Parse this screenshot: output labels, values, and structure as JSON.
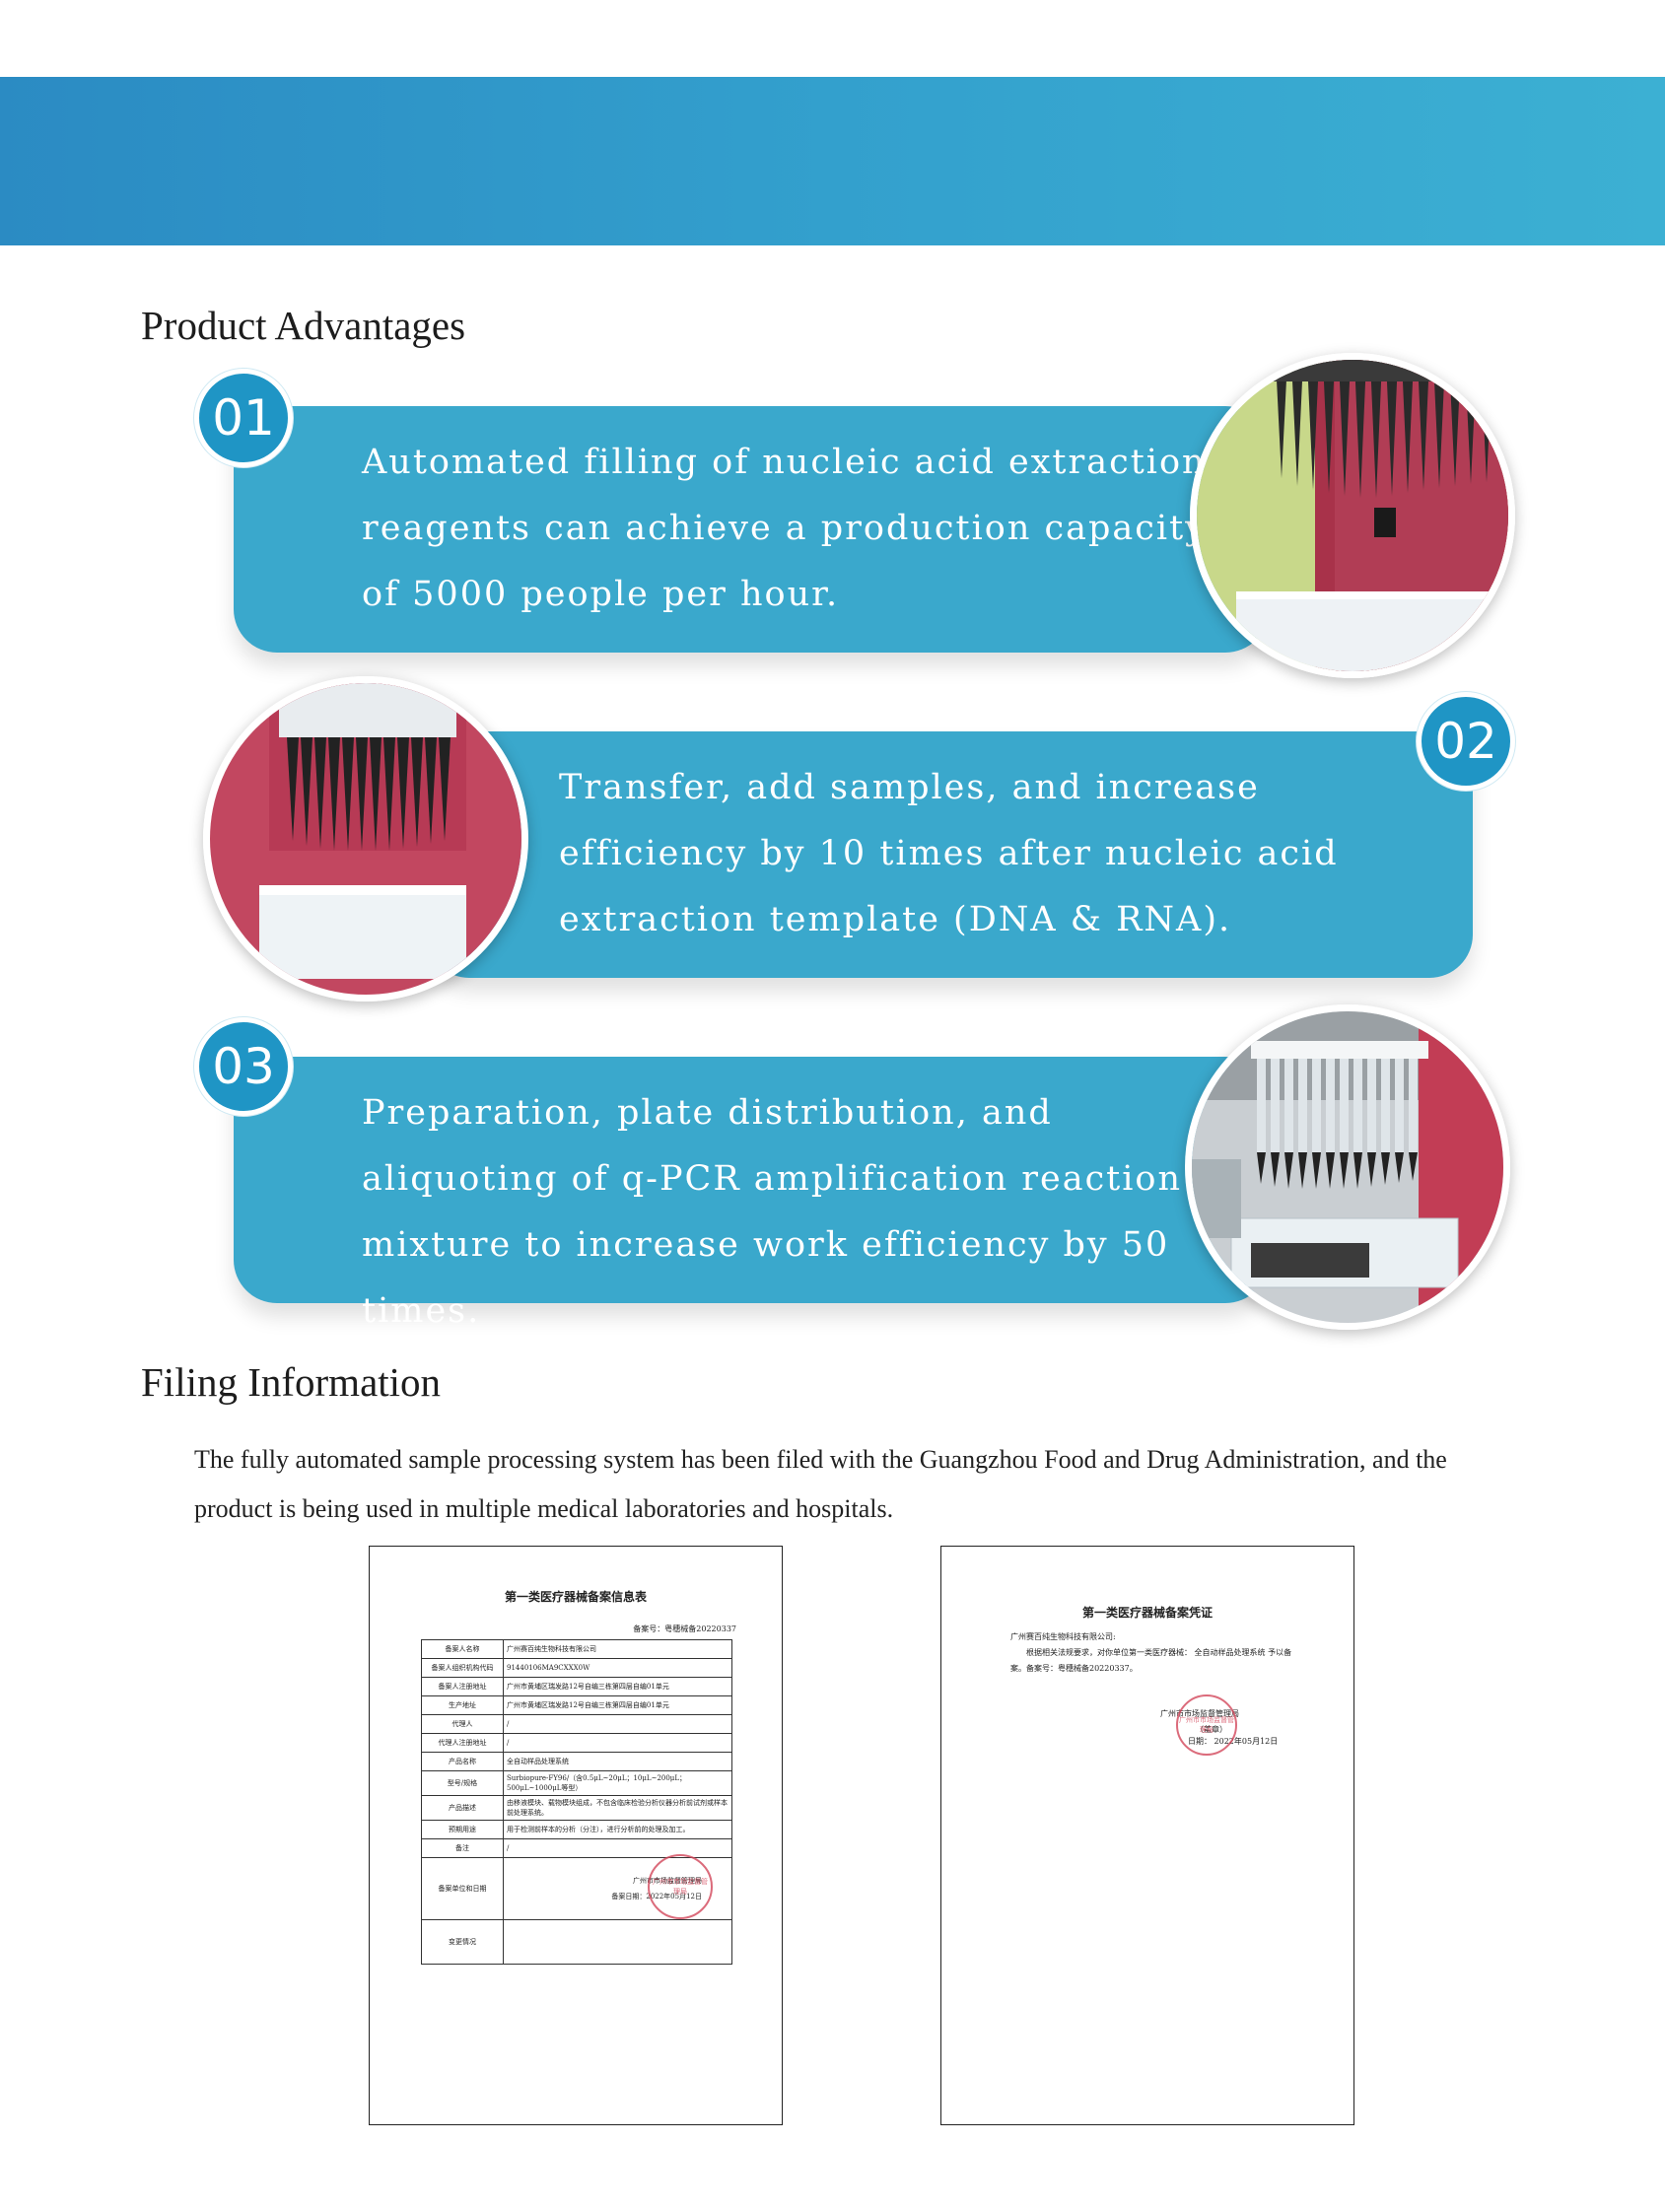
{
  "advantages": {
    "title": "Product Advantages",
    "items": [
      {
        "num": "01",
        "text": "Automated filling of nucleic acid extraction reagents can achieve a production capacity of 5000 people per hour."
      },
      {
        "num": "02",
        "text": "Transfer, add samples, and increase efficiency by 10 times after nucleic acid extraction template (DNA & RNA)."
      },
      {
        "num": "03",
        "text": "Preparation, plate distribution, and aliquoting of q-PCR amplification reaction mixture to increase work efficiency by 50 times."
      }
    ]
  },
  "filing": {
    "title": "Filing Information",
    "description": "The fully automated sample processing system has been filed with the Guangzhou Food and Drug Administration, and the product is being used in multiple medical laboratories and hospitals.",
    "doc1": {
      "title": "第一类医疗器械备案信息表",
      "record_no": "备案号：粤穗械备20220337",
      "rows": [
        {
          "k": "备案人名称",
          "v": "广州赛百纯生物科技有限公司"
        },
        {
          "k": "备案人组织机构代码",
          "v": "91440106MA9CXXX0W"
        },
        {
          "k": "备案人注册地址",
          "v": "广州市黄埔区瑞发路12号自编三栋第四层自编01单元"
        },
        {
          "k": "生产地址",
          "v": "广州市黄埔区瑞发路12号自编三栋第四层自编01单元"
        },
        {
          "k": "代理人",
          "v": "/"
        },
        {
          "k": "代理人注册地址",
          "v": "/"
        },
        {
          "k": "产品名称",
          "v": "全自动样品处理系统"
        },
        {
          "k": "型号/规格",
          "v": "Surbiopure-FY96/（含0.5μL~20μL；10μL~200μL；500μL~1000μL等型）"
        },
        {
          "k": "产品描述",
          "v": "由移液模块、载物模块组成，不包含临床检验分析仪器分析前试剂或样本前处理系统。"
        },
        {
          "k": "预期用途",
          "v": "用于检测前样本的分析（分注），进行分析前的处理及加工。"
        },
        {
          "k": "备注",
          "v": "/"
        }
      ],
      "unit_label": "备案单位和日期",
      "unit_name": "广州市市场监督管理局",
      "unit_date": "备案日期：2022年05月12日",
      "change_label": "变更情况"
    },
    "doc2": {
      "title": "第一类医疗器械备案凭证",
      "addressee": "广州赛百纯生物科技有限公司:",
      "body": "根据相关法规要求，对你单位第一类医疗器械： 全自动样品处理系统 予以备案。备案号：粤穗械备20220337。",
      "issuer": "广州市市场监督管理局",
      "seal_note": "（盖章）",
      "date": "日期： 2022年05月12日"
    },
    "stamp_text": "广州市市场监督管理局"
  },
  "colors": {
    "banner": "#2b8bc3",
    "card": "#3aa8cc",
    "badge": "#1f95c5"
  }
}
